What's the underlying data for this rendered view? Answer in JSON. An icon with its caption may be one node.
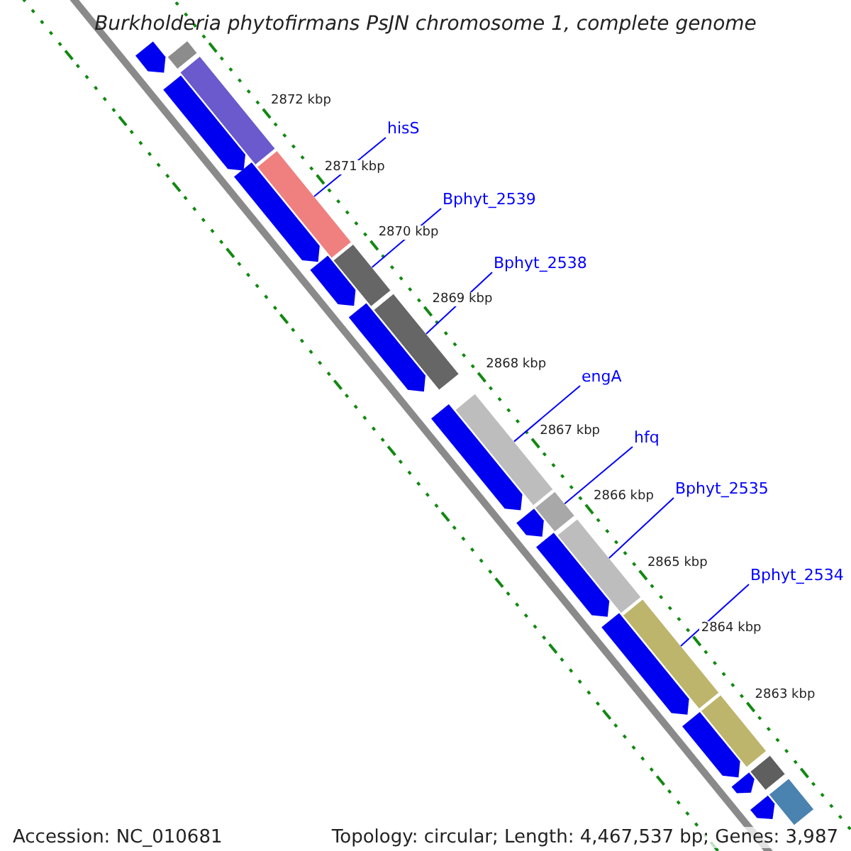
{
  "diagram": {
    "title": "Burkholderia phytofirmans PsJN chromosome 1, complete genome",
    "nodes": [
      {
        "text": [
          "hisS"
        ]
      },
      {
        "text": [
          "Bphyt_2539"
        ]
      },
      {
        "text": [
          "Bphyt_2538"
        ]
      },
      {
        "text": [
          "engA"
        ]
      },
      {
        "text": [
          "hfq"
        ]
      },
      {
        "text": [
          "Bphyt_2535"
        ]
      },
      {
        "text": [
          "Bphyt_2534"
        ]
      },
      {
        "text": [],
        "shape": "bar"
      },
      {
        "text": [],
        "shape": "bar"
      },
      {
        "text": [],
        "shape": "bar"
      },
      {
        "text": [],
        "shape": "bar"
      },
      {
        "text": [],
        "shape": "bar"
      },
      {
        "text": [],
        "shape": "bar"
      },
      {
        "text": [],
        "shape": "bar"
      },
      {
        "text": [],
        "shape": "bar"
      },
      {
        "text": [],
        "shape": "bar"
      },
      {
        "text": [],
        "shape": "bar"
      },
      {
        "text": [],
        "shape": "bar"
      },
      {
        "text": [],
        "shape": "bar"
      },
      {
        "text": [],
        "shape": "arrow"
      },
      {
        "text": [],
        "shape": "arrow"
      },
      {
        "text": [],
        "shape": "arrow"
      },
      {
        "text": [],
        "shape": "arrow"
      },
      {
        "text": [],
        "shape": "arrow"
      },
      {
        "text": [],
        "shape": "arrow"
      },
      {
        "text": [],
        "shape": "arrow"
      },
      {
        "text": [],
        "shape": "arrow"
      },
      {
        "text": [],
        "shape": "arrow"
      },
      {
        "text": [],
        "shape": "arrow"
      },
      {
        "text": [],
        "shape": "arrow"
      },
      {
        "text": [],
        "shape": "arrow"
      }
    ],
    "edges": [
      {
        "from": 0,
        "to": 9,
        "arrow": "none"
      },
      {
        "from": 1,
        "to": 10,
        "arrow": "none"
      },
      {
        "from": 2,
        "to": 11,
        "arrow": "none"
      },
      {
        "from": 3,
        "to": 12,
        "arrow": "none"
      },
      {
        "from": 4,
        "to": 13,
        "arrow": "none"
      },
      {
        "from": 5,
        "to": 14,
        "arrow": "none"
      },
      {
        "from": 6,
        "to": 15,
        "arrow": "none"
      }
    ],
    "labels": [
      "2872 kbp",
      "2871 kbp",
      "2870 kbp",
      "2869 kbp",
      "2868 kbp",
      "2867 kbp",
      "2866 kbp",
      "2865 kbp",
      "2864 kbp",
      "2863 kbp",
      "Accession: NC_010681",
      "Topology: circular; Length: 4,467,537 bp; Genes: 3,987"
    ]
  }
}
